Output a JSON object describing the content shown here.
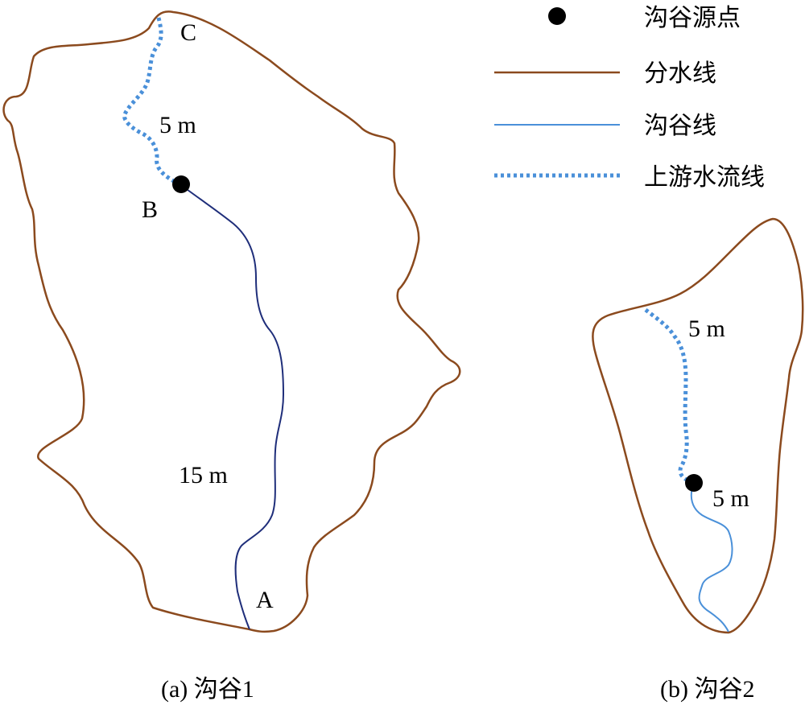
{
  "colors": {
    "divide_line": "#8B4A1E",
    "gully_line_dark": "#1F2E7A",
    "gully_line_light": "#4A90D9",
    "upstream_line": "#4A90D9",
    "source_point": "#000000"
  },
  "legend": {
    "source_point": "沟谷源点",
    "divide_line": "分水线",
    "gully_line": "沟谷线",
    "upstream_flow_line": "上游水流线"
  },
  "panel_a": {
    "caption": "(a) 沟谷1",
    "point_a": "A",
    "point_b": "B",
    "point_c": "C",
    "upstream_length": "5 m",
    "gully_length": "15 m"
  },
  "panel_b": {
    "caption": "(b) 沟谷2",
    "upstream_length": "5 m",
    "gully_length": "5 m"
  }
}
